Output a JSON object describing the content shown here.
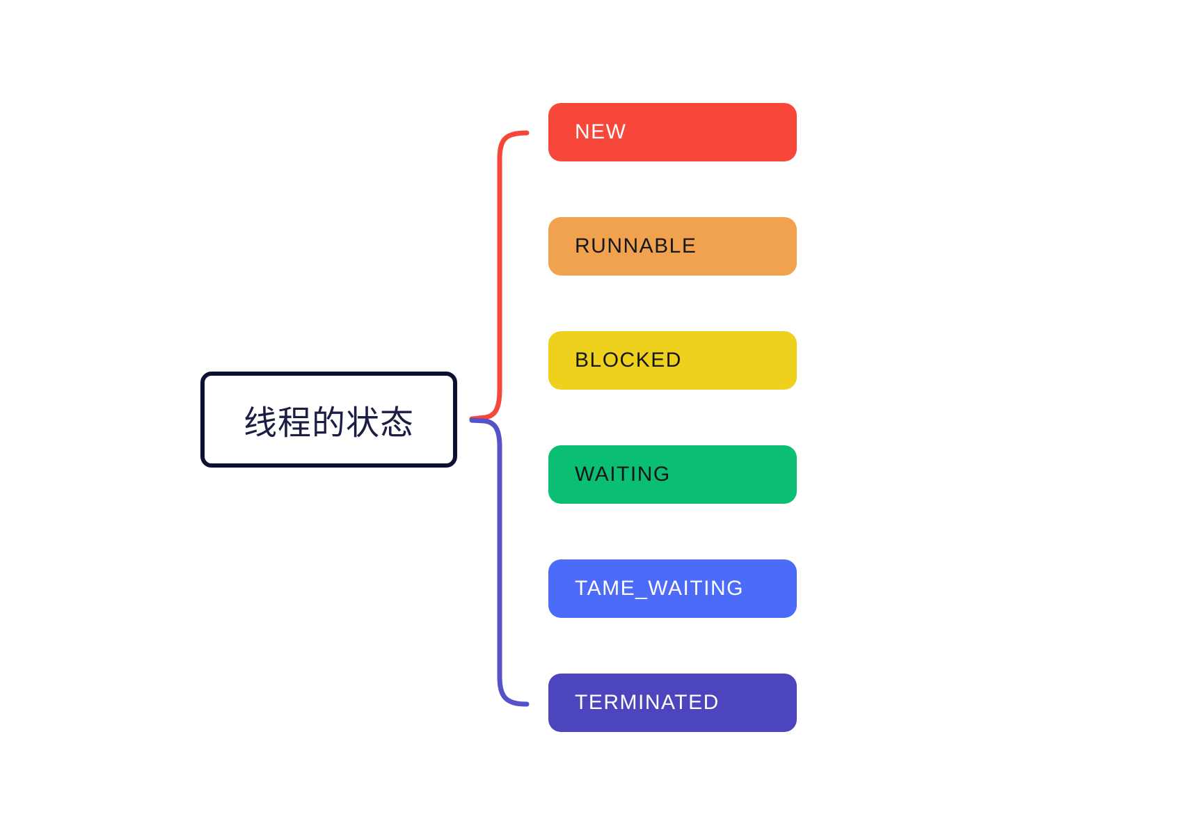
{
  "canvas": {
    "bg": "#ffffff"
  },
  "root": {
    "label": "线程的状态",
    "border_color": "#0d1030",
    "text_color": "#1b1e42",
    "bg": "#ffffff"
  },
  "nodes": [
    {
      "label": "NEW",
      "bg": "#f7473b",
      "text_color": "#ffffff"
    },
    {
      "label": "RUNNABLE",
      "bg": "#f0a24f",
      "text_color": "#161616"
    },
    {
      "label": "BLOCKED",
      "bg": "#edd11d",
      "text_color": "#161616"
    },
    {
      "label": "WAITING",
      "bg": "#0abe73",
      "text_color": "#161616"
    },
    {
      "label": "TAME_WAITING",
      "bg": "#4d6bf9",
      "text_color": "#ffffff"
    },
    {
      "label": "TERMINATED",
      "bg": "#4c45be",
      "text_color": "#ffffff"
    }
  ],
  "connectors": {
    "upper_color": "#f7473b",
    "lower_color": "#5653ca"
  }
}
